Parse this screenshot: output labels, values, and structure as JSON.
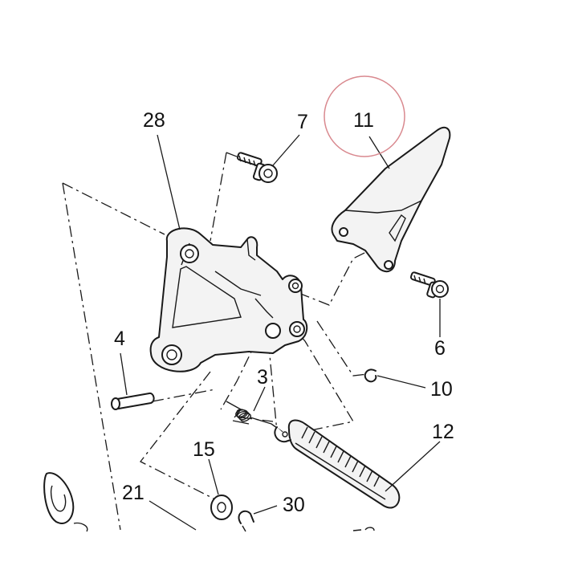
{
  "diagram": {
    "callouts": [
      {
        "id": "c28",
        "number": "28"
      },
      {
        "id": "c7",
        "number": "7"
      },
      {
        "id": "c11",
        "number": "11",
        "highlighted": true
      },
      {
        "id": "c4",
        "number": "4"
      },
      {
        "id": "c3",
        "number": "3"
      },
      {
        "id": "c6",
        "number": "6"
      },
      {
        "id": "c10",
        "number": "10"
      },
      {
        "id": "c12",
        "number": "12"
      },
      {
        "id": "c15",
        "number": "15"
      },
      {
        "id": "c21",
        "number": "21"
      },
      {
        "id": "c30",
        "number": "30"
      }
    ],
    "colors": {
      "line": "#1a1a1a",
      "highlight_circle": "#d9898f",
      "background": "#ffffff"
    }
  }
}
